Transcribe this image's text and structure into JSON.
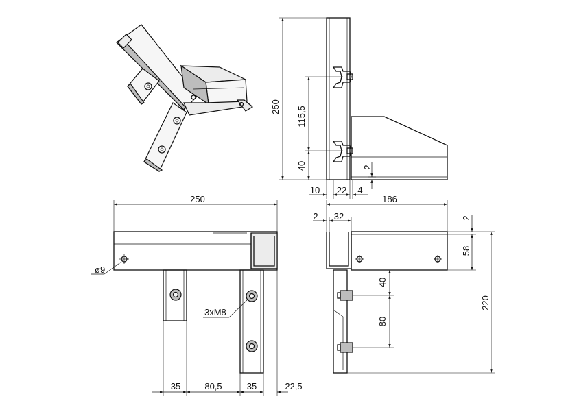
{
  "dimensions": {
    "side_height": "250",
    "side_top_spacing": "115,5",
    "side_bottom_offset": "40",
    "side_gap": "2",
    "side_width_10": "10",
    "side_width_22": "22",
    "side_width_4": "4",
    "top_length": "250",
    "hole_diameter": "ø9",
    "bolts": "3xM8",
    "top_35_left": "35",
    "top_80_5": "80,5",
    "top_35_right": "35",
    "top_22_5": "22,5",
    "front_length": "186",
    "front_2_left": "2",
    "front_32": "32",
    "front_2_right": "2",
    "front_58": "58",
    "front_220": "220",
    "front_40": "40",
    "front_80": "80"
  }
}
